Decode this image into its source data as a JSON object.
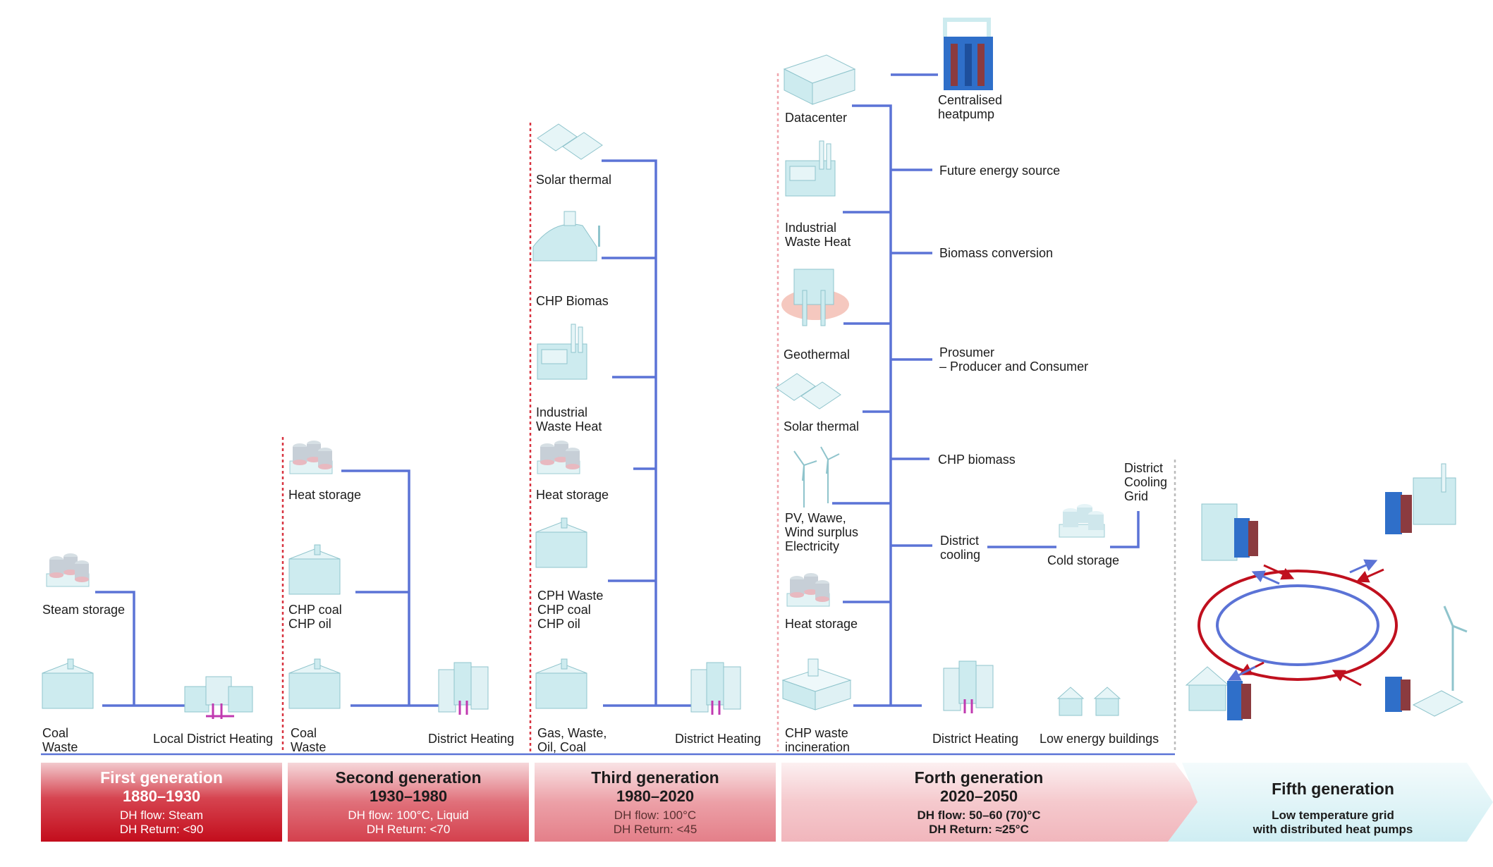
{
  "generations": [
    {
      "title": "First generation",
      "dates": "1880–1930",
      "flow": "DH flow: Steam",
      "ret": "DH Return: <90"
    },
    {
      "title": "Second generation",
      "dates": "1930–1980",
      "flow": "DH flow: 100°C, Liquid",
      "ret": "DH Return: <70"
    },
    {
      "title": "Third generation",
      "dates": "1980–2020",
      "flow": "DH flow: 100°C",
      "ret": "DH Return: <45"
    },
    {
      "title": "Forth generation",
      "dates": "2020–2050",
      "flow": "DH flow: 50–60 (70)°C",
      "ret": "DH Return: ≈25°C"
    },
    {
      "title": "Fifth generation",
      "desc": "Low temperature grid\nwith distributed heat pumps"
    }
  ],
  "gen1": {
    "steam_storage": "Steam storage",
    "coal_waste": "Coal\nWaste",
    "local_dh": "Local District Heating"
  },
  "gen2": {
    "heat_storage": "Heat storage",
    "chp": "CHP coal\nCHP oil",
    "coal_waste": "Coal\nWaste",
    "dh": "District Heating"
  },
  "gen3": {
    "solar": "Solar thermal",
    "chp_biomas": "CHP Biomas",
    "industrial": "Industrial\nWaste Heat",
    "heat_storage": "Heat storage",
    "cph": "CPH Waste\nCHP coal\nCHP oil",
    "gas": "Gas, Waste,\nOil, Coal",
    "dh": "District Heating"
  },
  "gen4": {
    "datacenter": "Datacenter",
    "industrial": "Industrial\nWaste Heat",
    "geothermal": "Geothermal",
    "solar": "Solar thermal",
    "pv": "PV, Wawe,\nWind surplus\nElectricity",
    "heat_storage": "Heat storage",
    "chp_waste": "CHP waste\nincineration",
    "heatpump": "Centralised\nheatpump",
    "future": "Future energy source",
    "biomass_conv": "Biomass conversion",
    "prosumer": "Prosumer\n– Producer and Consumer",
    "chp_biomass": "CHP biomass",
    "district_cooling": "District\ncooling",
    "cold_storage": "Cold storage",
    "dcg": "District\nCooling\nGrid",
    "dh": "District Heating",
    "low_energy": "Low energy buildings"
  },
  "colors": {
    "line": "#5b73d6",
    "red": "#c0101e",
    "icon": "#cdebef",
    "icon_edge": "#8fc4cc"
  }
}
